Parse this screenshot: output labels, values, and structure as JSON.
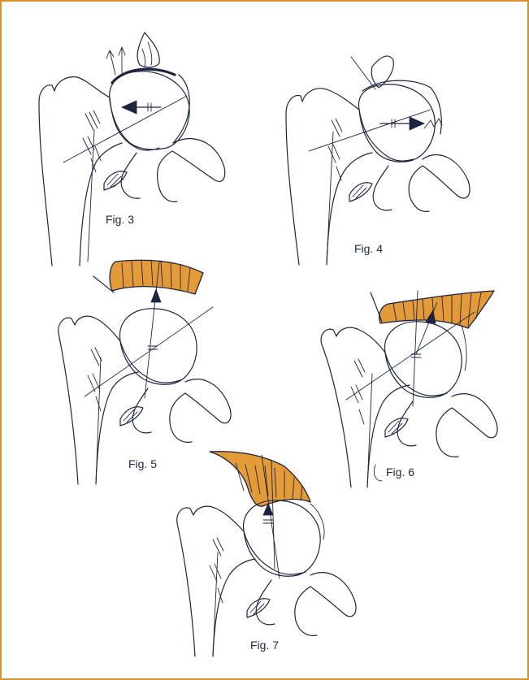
{
  "figures": [
    {
      "id": "fig3",
      "label": "Fig. 3"
    },
    {
      "id": "fig4",
      "label": "Fig. 4"
    },
    {
      "id": "fig5",
      "label": "Fig. 5"
    },
    {
      "id": "fig6",
      "label": "Fig. 6"
    },
    {
      "id": "fig7",
      "label": "Fig. 7"
    }
  ],
  "colors": {
    "frame": "#d9922c",
    "cartilage_fill": "#e49a37",
    "line": "#1d2440"
  }
}
